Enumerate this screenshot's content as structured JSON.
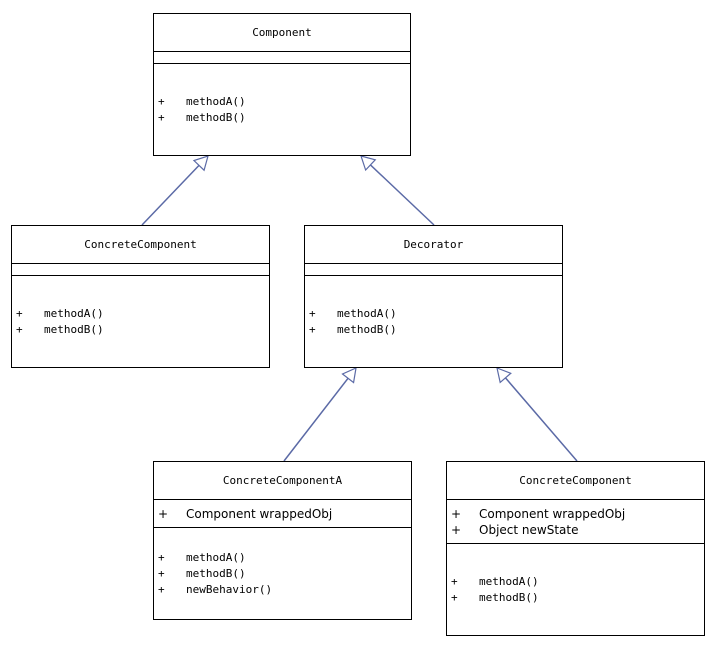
{
  "diagram": {
    "classes": {
      "component": {
        "name": "Component",
        "attributes": [],
        "methods": [
          {
            "vis": "+",
            "text": "methodA()"
          },
          {
            "vis": "+",
            "text": "methodB()"
          }
        ]
      },
      "concrete_component": {
        "name": "ConcreteComponent",
        "attributes": [],
        "methods": [
          {
            "vis": "+",
            "text": "methodA()"
          },
          {
            "vis": "+",
            "text": "methodB()"
          }
        ]
      },
      "decorator": {
        "name": "Decorator",
        "attributes": [],
        "methods": [
          {
            "vis": "+",
            "text": "methodA()"
          },
          {
            "vis": "+",
            "text": "methodB()"
          }
        ]
      },
      "concrete_component_a": {
        "name": "ConcreteComponentA",
        "attributes": [
          {
            "vis": "+",
            "text": "Component wrappedObj"
          }
        ],
        "methods": [
          {
            "vis": "+",
            "text": "methodA()"
          },
          {
            "vis": "+",
            "text": "methodB()"
          },
          {
            "vis": "+",
            "text": "newBehavior()"
          }
        ]
      },
      "concrete_component_b": {
        "name": "ConcreteComponent",
        "attributes": [
          {
            "vis": "+",
            "text": "Component wrappedObj"
          },
          {
            "vis": "+",
            "text": "Object newState"
          }
        ],
        "methods": [
          {
            "vis": "+",
            "text": "methodA()"
          },
          {
            "vis": "+",
            "text": "methodB()"
          }
        ]
      }
    },
    "edge_color": "#5b6aa6"
  }
}
